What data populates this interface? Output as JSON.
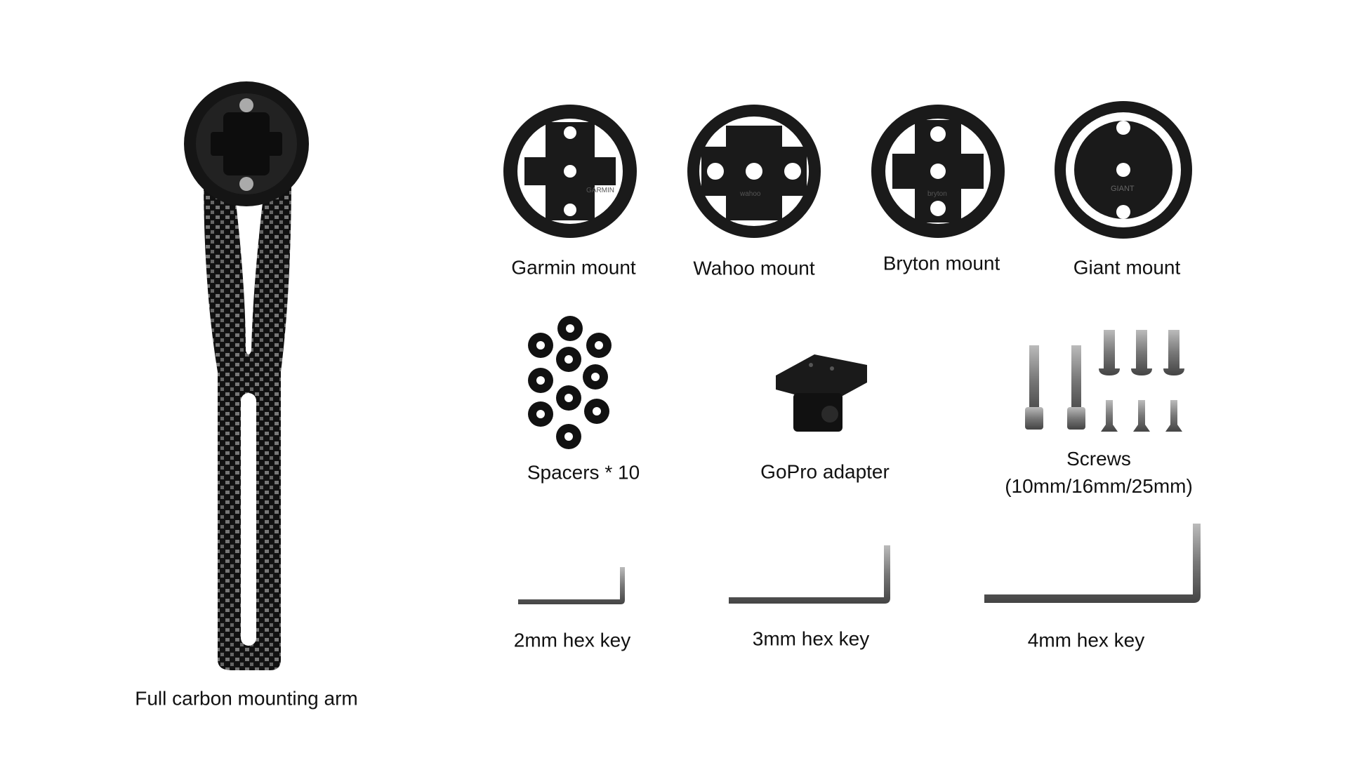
{
  "arm": {
    "label": "Full carbon mounting arm"
  },
  "mounts": [
    {
      "label": "Garmin mount",
      "brand": "GARMIN"
    },
    {
      "label": "Wahoo mount",
      "brand": "wahoo"
    },
    {
      "label": "Bryton mount",
      "brand": "bryton"
    },
    {
      "label": "Giant mount",
      "brand": "GIANT"
    }
  ],
  "accessories": {
    "spacers": "Spacers * 10",
    "gopro": "GoPro adapter",
    "screws_title": "Screws",
    "screws_sizes": "(10mm/16mm/25mm)"
  },
  "hex_keys": [
    "2mm hex key",
    "3mm hex key",
    "4mm hex key"
  ],
  "colors": {
    "product": "#1a1a1a",
    "metal": "#8a8a8a"
  }
}
